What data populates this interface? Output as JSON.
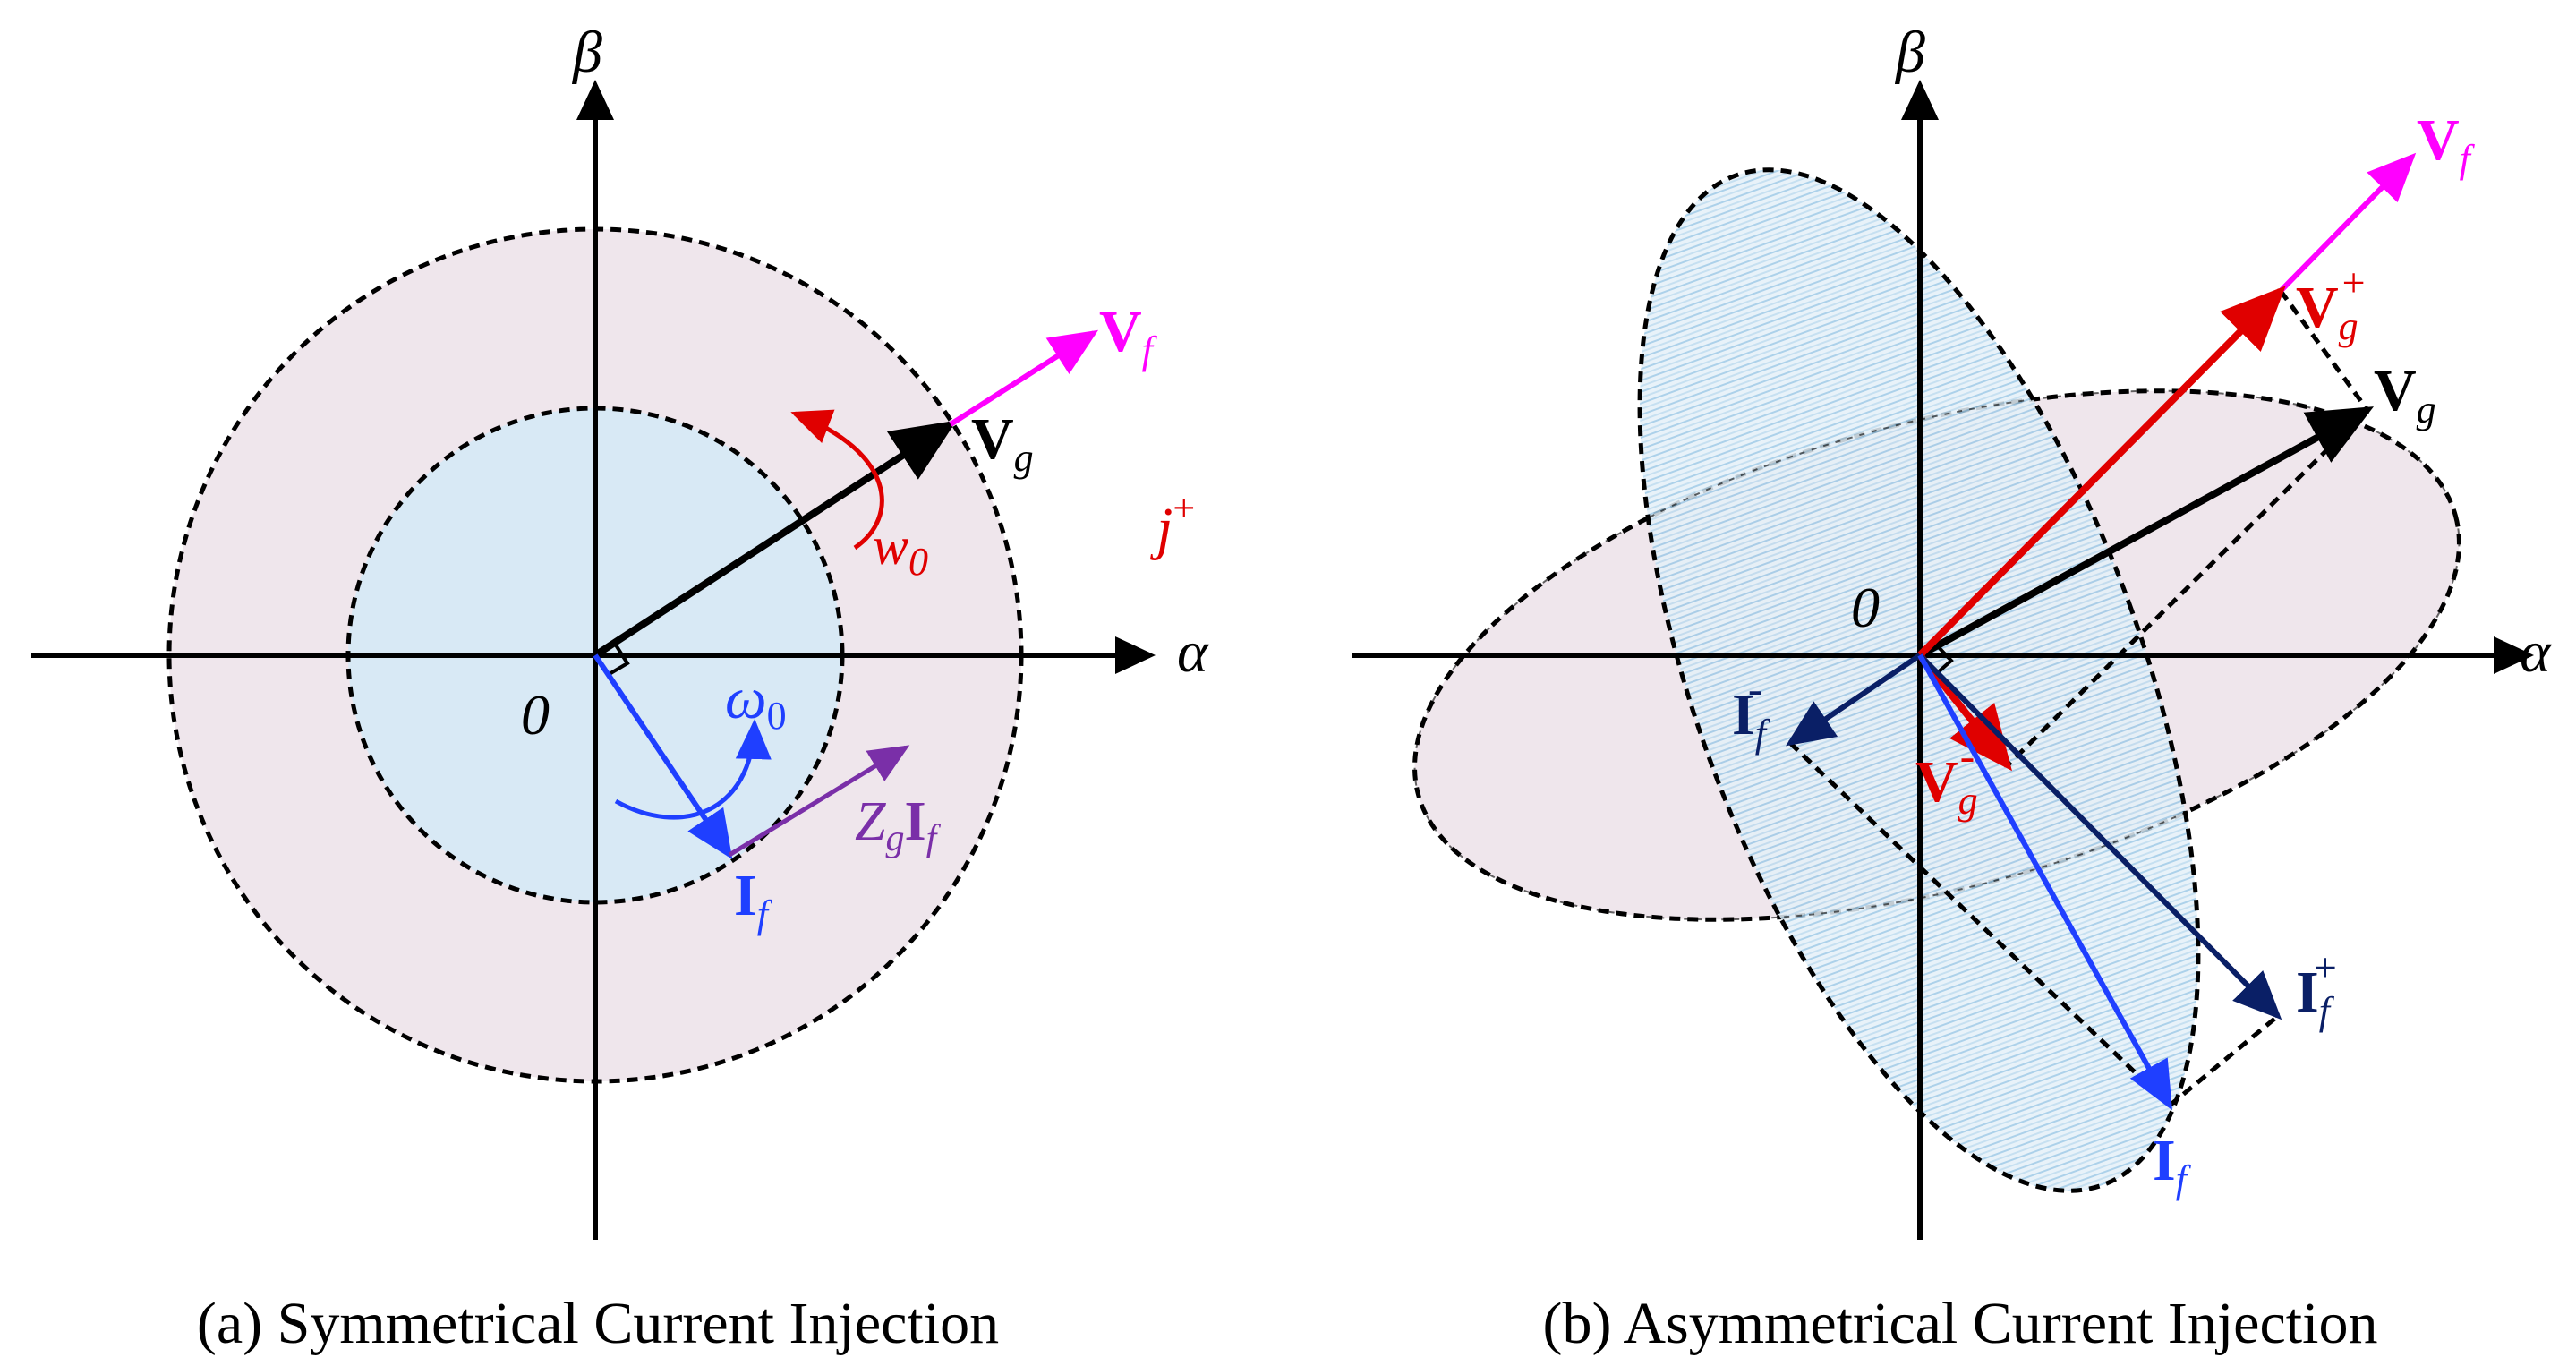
{
  "panel_a": {
    "caption": "(a) Symmetrical Current Injection",
    "axis_x": "α",
    "axis_y": "β",
    "origin": "0",
    "vf": {
      "main": "V",
      "sub": "f"
    },
    "vg": {
      "main": "V",
      "sub": "g"
    },
    "if": {
      "main": "I",
      "sub": "f"
    },
    "zgif": {
      "z": "Z",
      "zsub": "g",
      "i": "I",
      "isub": "f"
    },
    "w0": {
      "main": "w",
      "sub": "0"
    },
    "omega0": {
      "main": "ω",
      "sub": "0"
    },
    "jplus": {
      "main": "j",
      "sup": "+"
    }
  },
  "panel_b": {
    "caption": "(b) Asymmetrical Current Injection",
    "axis_x": "α",
    "axis_y": "β",
    "origin": "0",
    "vf": {
      "main": "V",
      "sub": "f"
    },
    "vg_plus": {
      "main": "V",
      "sub": "g",
      "sup": "+"
    },
    "vg": {
      "main": "V",
      "sub": "g"
    },
    "vg_minus": {
      "main": "V",
      "sub": "g",
      "sup": "-"
    },
    "if_minus": {
      "main": "I",
      "sub": "f",
      "sup": "-"
    },
    "if_plus": {
      "main": "I",
      "sub": "f",
      "sup": "+"
    },
    "if": {
      "main": "I",
      "sub": "f"
    }
  },
  "colors": {
    "axis": "#000000",
    "magenta": "#ff00ff",
    "red": "#e00000",
    "blue": "#1f3fff",
    "navy": "#0a1f66",
    "purple": "#7a2fa8",
    "outer_fill": "#efe6ec",
    "inner_fill": "#d8e9f5",
    "hatch": "#9ec9e6"
  }
}
